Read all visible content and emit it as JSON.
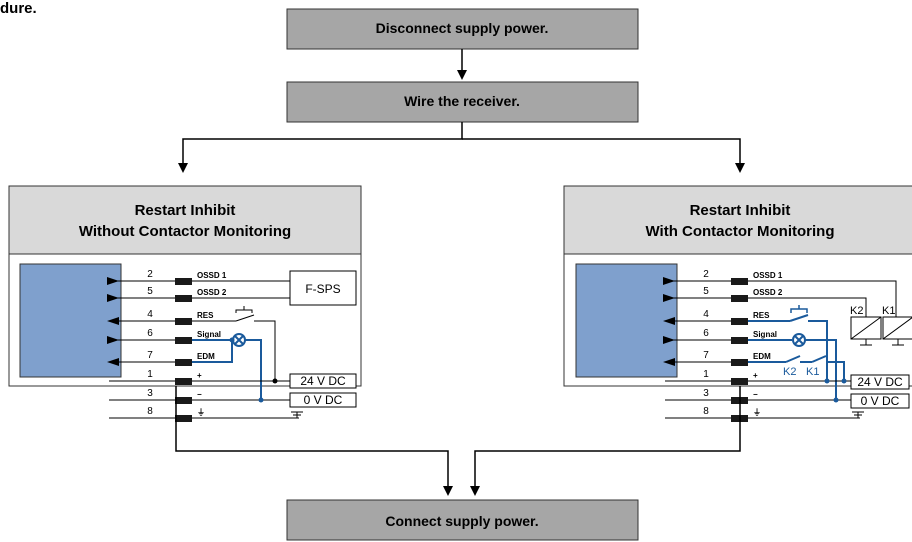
{
  "header_fragment": "dure.",
  "steps": {
    "disconnect": "Disconnect supply power.",
    "wire": "Wire the receiver.",
    "connect": "Connect supply power."
  },
  "panels": {
    "left": {
      "title_line1": "Restart Inhibit",
      "title_line2": "Without Contactor Monitoring",
      "device_label": "F-SPS"
    },
    "right": {
      "title_line1": "Restart Inhibit",
      "title_line2": "With Contactor Monitoring",
      "contact_k2": "K2",
      "contact_k1": "K1"
    }
  },
  "pins": [
    {
      "number": "2",
      "signal": "OSSD 1"
    },
    {
      "number": "5",
      "signal": "OSSD 2"
    },
    {
      "number": "4",
      "signal": "RES"
    },
    {
      "number": "6",
      "signal": "Signal"
    },
    {
      "number": "7",
      "signal": "EDM"
    },
    {
      "number": "1",
      "signal": "+"
    },
    {
      "number": "3",
      "signal": "−"
    },
    {
      "number": "8",
      "signal": "⏚"
    }
  ],
  "supply": {
    "positive": "24 V DC",
    "negative": "0 V DC"
  },
  "colors": {
    "step_box": "#a6a6a6",
    "panel_header": "#d9d9d9",
    "receiver": "#7fa0cd",
    "wire_blue": "#1a5a9c"
  }
}
